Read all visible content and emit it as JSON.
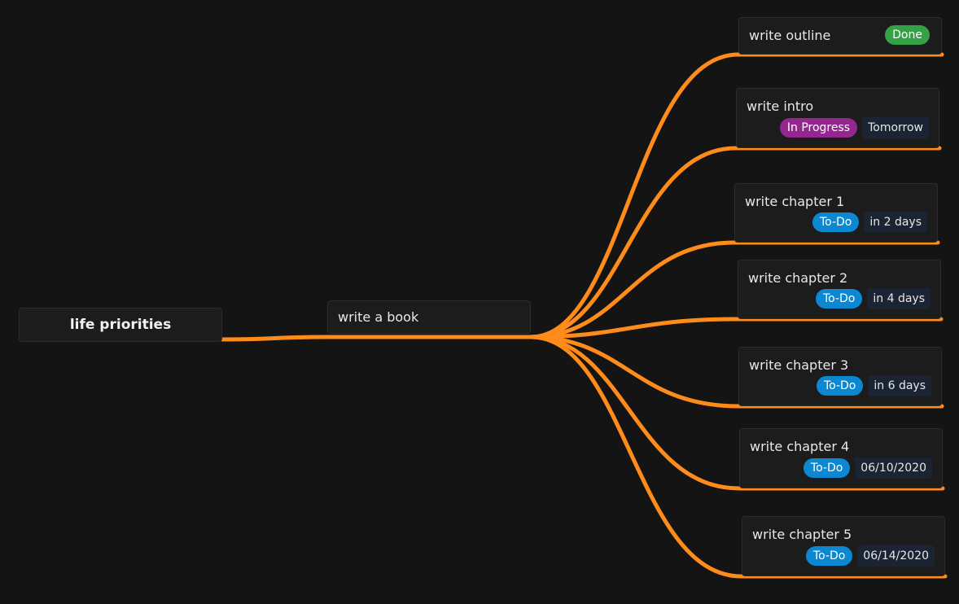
{
  "colors": {
    "background": "#141414",
    "connector": "#ff8c1a",
    "done": "#35a146",
    "in_progress": "#94278f",
    "todo": "#0c87d1",
    "date_bg": "#1b2433"
  },
  "root": {
    "label": "life priorities"
  },
  "parent": {
    "label": "write a book"
  },
  "tasks": [
    {
      "title": "write outline",
      "status": "Done",
      "status_kind": "done",
      "due": ""
    },
    {
      "title": "write intro",
      "status": "In Progress",
      "status_kind": "in_progress",
      "due": "Tomorrow"
    },
    {
      "title": "write chapter 1",
      "status": "To-Do",
      "status_kind": "todo",
      "due": "in 2 days"
    },
    {
      "title": "write chapter 2",
      "status": "To-Do",
      "status_kind": "todo",
      "due": "in 4 days"
    },
    {
      "title": "write chapter 3",
      "status": "To-Do",
      "status_kind": "todo",
      "due": "in 6 days"
    },
    {
      "title": "write chapter 4",
      "status": "To-Do",
      "status_kind": "todo",
      "due": "06/10/2020"
    },
    {
      "title": "write chapter 5",
      "status": "To-Do",
      "status_kind": "todo",
      "due": "06/14/2020"
    }
  ]
}
